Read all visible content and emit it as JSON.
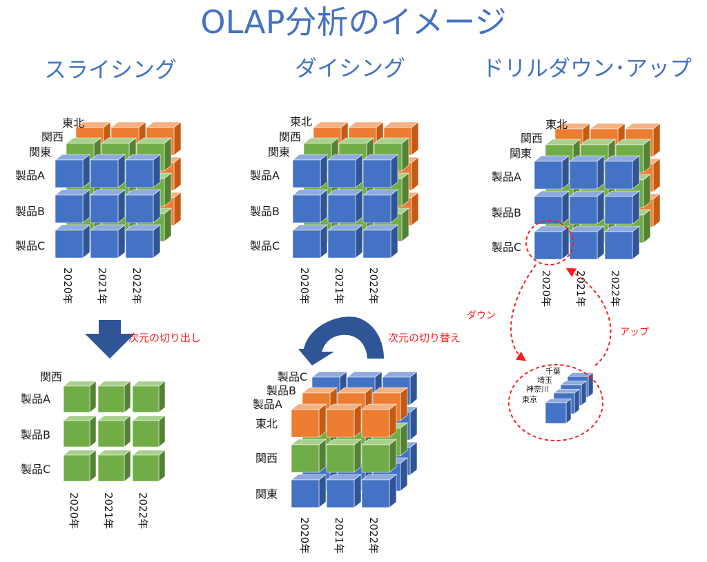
{
  "title": "OLAP分析のイメージ",
  "colors": {
    "title": "#4472C4",
    "blue": [
      "#4472C4",
      "#8FAADC",
      "#2F5597"
    ],
    "green": [
      "#70AD47",
      "#A9D18E",
      "#548235"
    ],
    "orange": [
      "#ED7D31",
      "#F4B183",
      "#C55A11"
    ],
    "annotation": "#FF1A1A",
    "arrow": "#2F5597"
  },
  "sections": {
    "slicing": {
      "heading": "スライシング",
      "regions": [
        "東北",
        "関西",
        "関東"
      ],
      "products": [
        "製品A",
        "製品B",
        "製品C"
      ],
      "years": [
        "2020年",
        "2021年",
        "2022年"
      ],
      "arrow_label": "次元の切り出し",
      "result": {
        "region": "関西",
        "products": [
          "製品A",
          "製品B",
          "製品C"
        ],
        "years": [
          "2020年",
          "2021年",
          "2022年"
        ]
      }
    },
    "dicing": {
      "heading": "ダイシング",
      "regions": [
        "東北",
        "関西",
        "関東"
      ],
      "products": [
        "製品A",
        "製品B",
        "製品C"
      ],
      "years": [
        "2020年",
        "2021年",
        "2022年"
      ],
      "arrow_label": "次元の切り替え",
      "result": {
        "products": [
          "製品C",
          "製品B",
          "製品A"
        ],
        "regions": [
          "東北",
          "関西",
          "関東"
        ],
        "years": [
          "2020年",
          "2021年",
          "2022年"
        ]
      }
    },
    "drill": {
      "heading": "ドリルダウン･アップ",
      "regions": [
        "東北",
        "関西",
        "関東"
      ],
      "products": [
        "製品A",
        "製品B",
        "製品C"
      ],
      "years": [
        "2020年",
        "2021年",
        "2022年"
      ],
      "down_label": "ダウン",
      "up_label": "アップ",
      "detail": [
        "千葉",
        "埼玉",
        "神奈川",
        "東京"
      ]
    }
  }
}
